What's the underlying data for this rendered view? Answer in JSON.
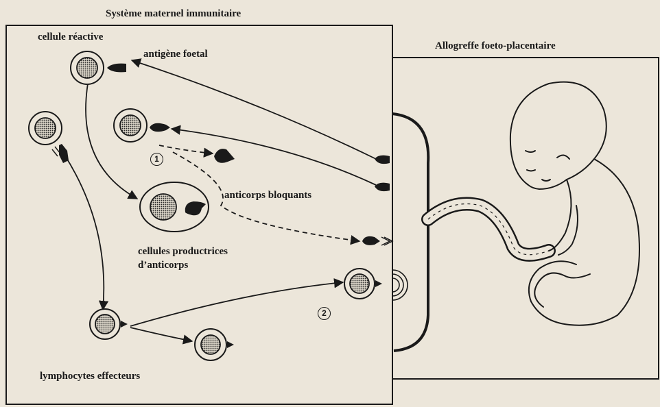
{
  "titles": {
    "maternal": "Système maternel immunitaire",
    "fetal": "Allogreffe foeto-placentaire"
  },
  "labels": {
    "reactive_cell": "cellule réactive",
    "fetal_antigen": "antigène foetal",
    "blocking_antibodies": "anticorps bloquants",
    "producing_cells_line1": "cellules productrices",
    "producing_cells_line2": "d’anticorps",
    "effector_lymphocytes": "lymphocytes effecteurs"
  },
  "markers": {
    "one": "1",
    "two": "2"
  },
  "colors": {
    "ink": "#1a1a1a",
    "paper": "#ece6da",
    "cell_fill": "#b9b3a8"
  }
}
